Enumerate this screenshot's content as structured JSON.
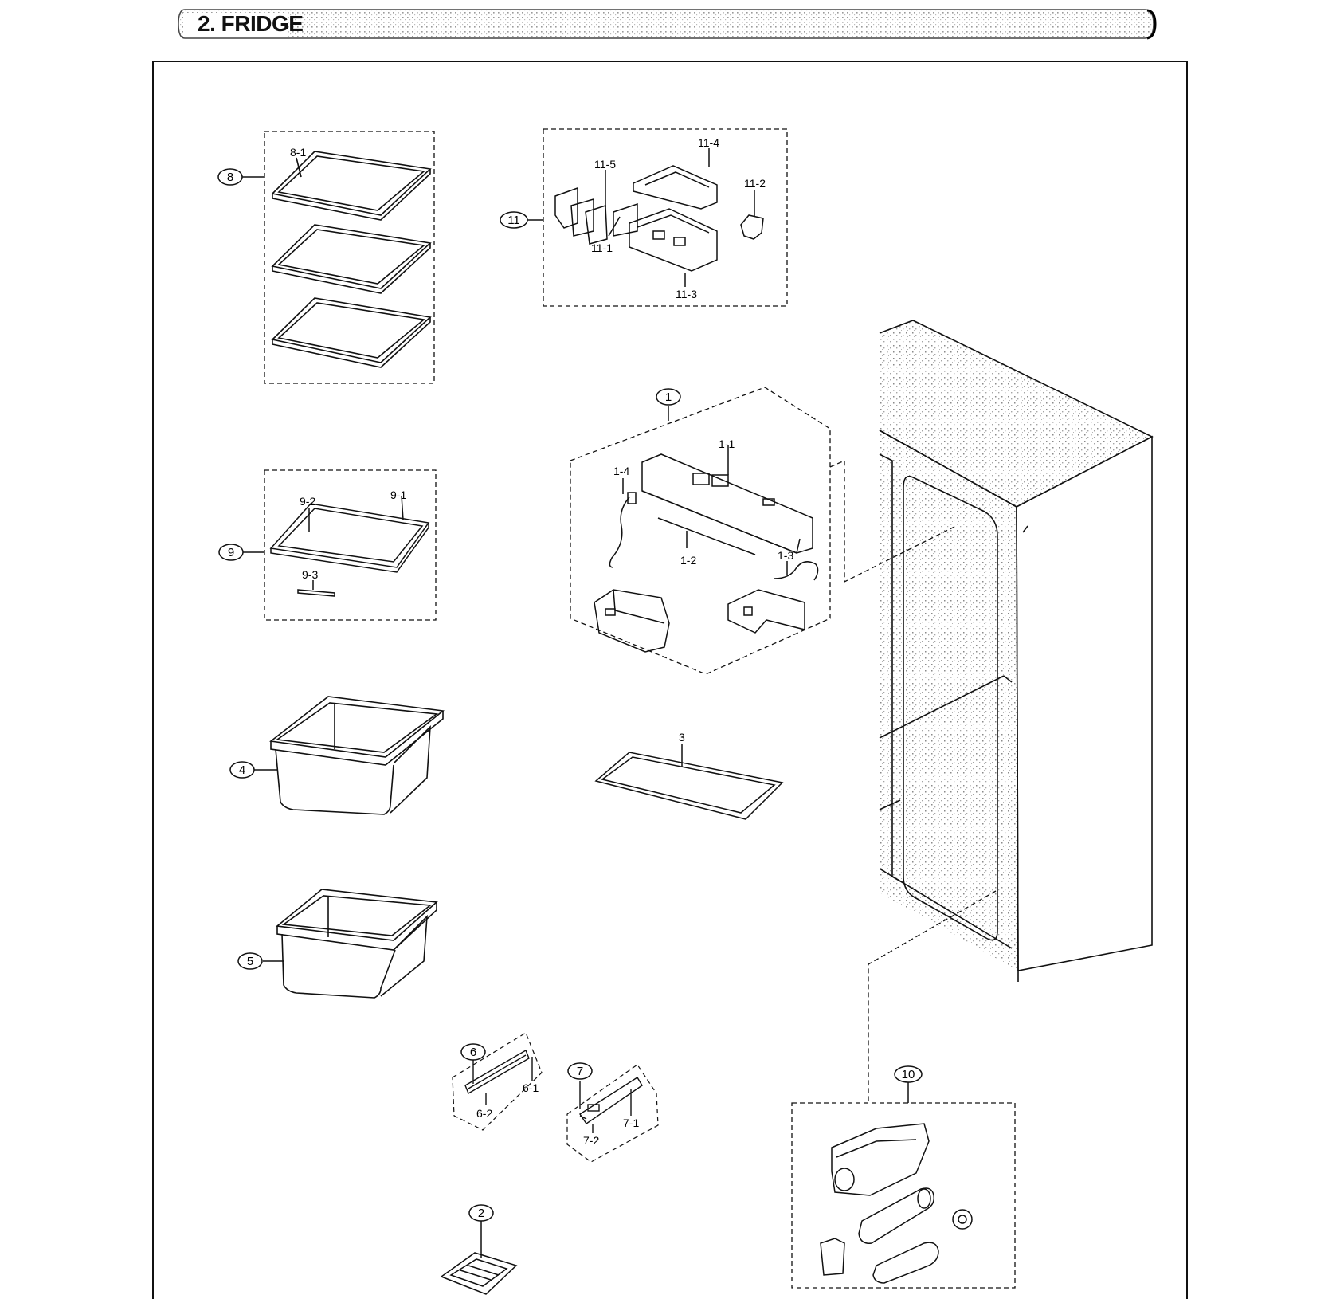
{
  "title": "2. FRIDGE",
  "callouts": {
    "c1": "1",
    "c2": "2",
    "c3": "3",
    "c4": "4",
    "c5": "5",
    "c6": "6",
    "c7": "7",
    "c8": "8",
    "c9": "9",
    "c10": "10",
    "c11": "11"
  },
  "labels": {
    "l1_1": "1-1",
    "l1_2": "1-2",
    "l1_3": "1-3",
    "l1_4": "1-4",
    "l3": "3",
    "l6_1": "6-1",
    "l6_2": "6-2",
    "l7_1": "7-1",
    "l7_2": "7-2",
    "l8_1": "8-1",
    "l9_1": "9-1",
    "l9_2": "9-2",
    "l9_3": "9-3",
    "l11_1": "11-1",
    "l11_2": "11-2",
    "l11_3": "11-3",
    "l11_4": "11-4",
    "l11_5": "11-5"
  },
  "colors": {
    "line": "#111111",
    "dot": "#9a9a9a",
    "background": "#ffffff"
  }
}
